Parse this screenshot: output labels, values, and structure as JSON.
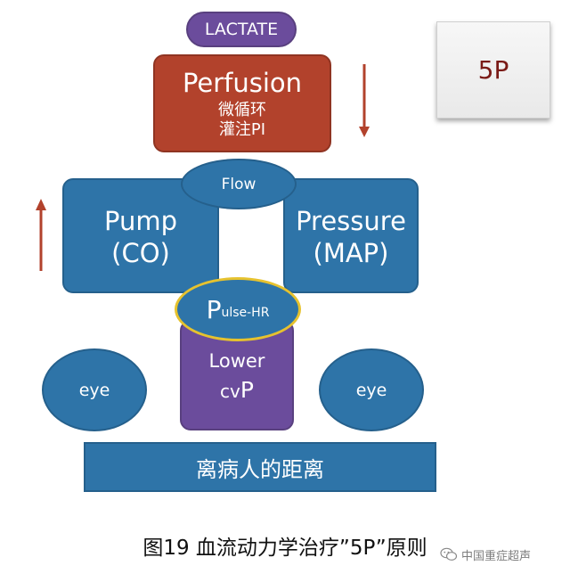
{
  "lactate": {
    "label": "LACTATE"
  },
  "perfusion": {
    "title": "Perfusion",
    "line1": "微循环",
    "line2": "灌注PI"
  },
  "five_p": {
    "label": "5P"
  },
  "flow": {
    "label": "Flow"
  },
  "pump": {
    "line1": "Pump",
    "line2": "(CO)"
  },
  "pressure": {
    "line1": "Pressure",
    "line2": "(MAP)"
  },
  "pulse": {
    "big": "P",
    "small": "ulse-HR"
  },
  "lower": {
    "line1": "Lower",
    "cv": "cv",
    "p": "P"
  },
  "eyes": {
    "left": "eye",
    "right": "eye"
  },
  "distance": {
    "label": "离病人的距离"
  },
  "caption": {
    "text": "图19 血流动力学治疗”5P”原则"
  },
  "watermark": {
    "text": "中国重症超声"
  },
  "colors": {
    "blue": "#2e74a8",
    "purple": "#6b4c9c",
    "red": "#b2422c",
    "arrow": "#b2422c",
    "pulse_border": "#e6c22e"
  }
}
